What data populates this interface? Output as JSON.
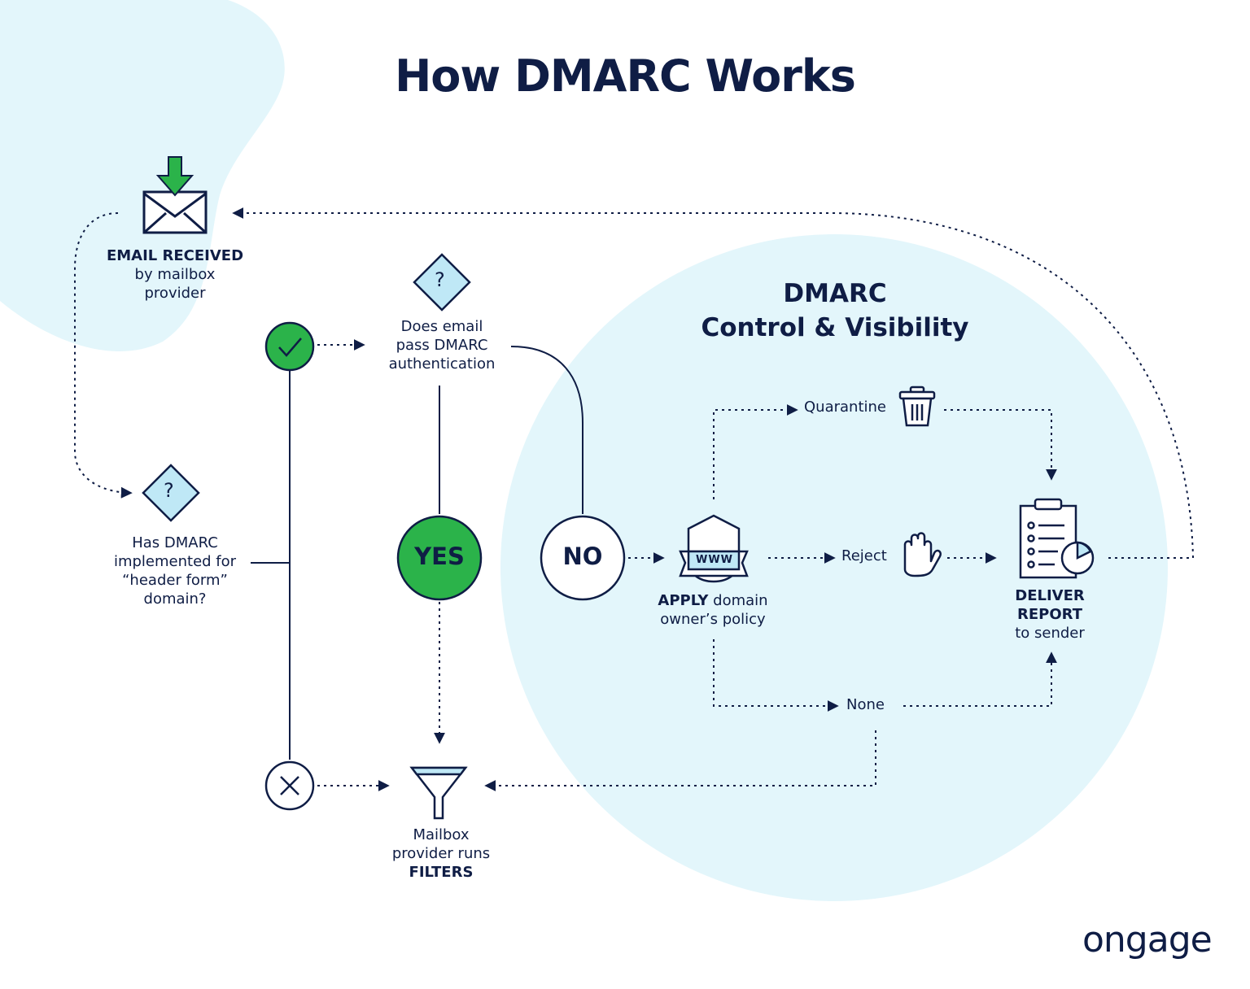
{
  "title": "How DMARC Works",
  "section_title": {
    "line1": "DMARC",
    "line2": "Control & Visibility"
  },
  "email_received": {
    "bold": "EMAIL RECEIVED",
    "line2": "by mailbox",
    "line3": "provider"
  },
  "has_dmarc": {
    "line1": "Has DMARC",
    "line2": "implemented for",
    "line3": "“header form”",
    "line4": "domain?"
  },
  "does_pass": {
    "line1": "Does email",
    "line2": "pass DMARC",
    "line3": "authentication"
  },
  "yes_label": "YES",
  "no_label": "NO",
  "apply_policy": {
    "bold": "APPLY",
    "rest": " domain",
    "line2": "owner’s policy"
  },
  "www_text": "WWW",
  "quarantine_label": "Quarantine",
  "reject_label": "Reject",
  "none_label": "None",
  "deliver_report": {
    "line1": "DELIVER",
    "line2": "REPORT",
    "line3": "to sender"
  },
  "filters": {
    "line1": "Mailbox",
    "line2": "provider runs",
    "line3": "FILTERS"
  },
  "question_mark": "?",
  "logo": "ongage",
  "colors": {
    "navy": "#0f1d45",
    "green": "#2bb34a",
    "light_blue_fill": "#e3f6fb",
    "diamond_fill": "#bfe8f6",
    "white": "#ffffff"
  },
  "icons": [
    "email-download-icon",
    "question-diamond-icon",
    "check-circle-icon",
    "x-circle-icon",
    "shield-www-icon",
    "trash-icon",
    "hand-stop-icon",
    "clipboard-report-icon",
    "funnel-icon"
  ]
}
